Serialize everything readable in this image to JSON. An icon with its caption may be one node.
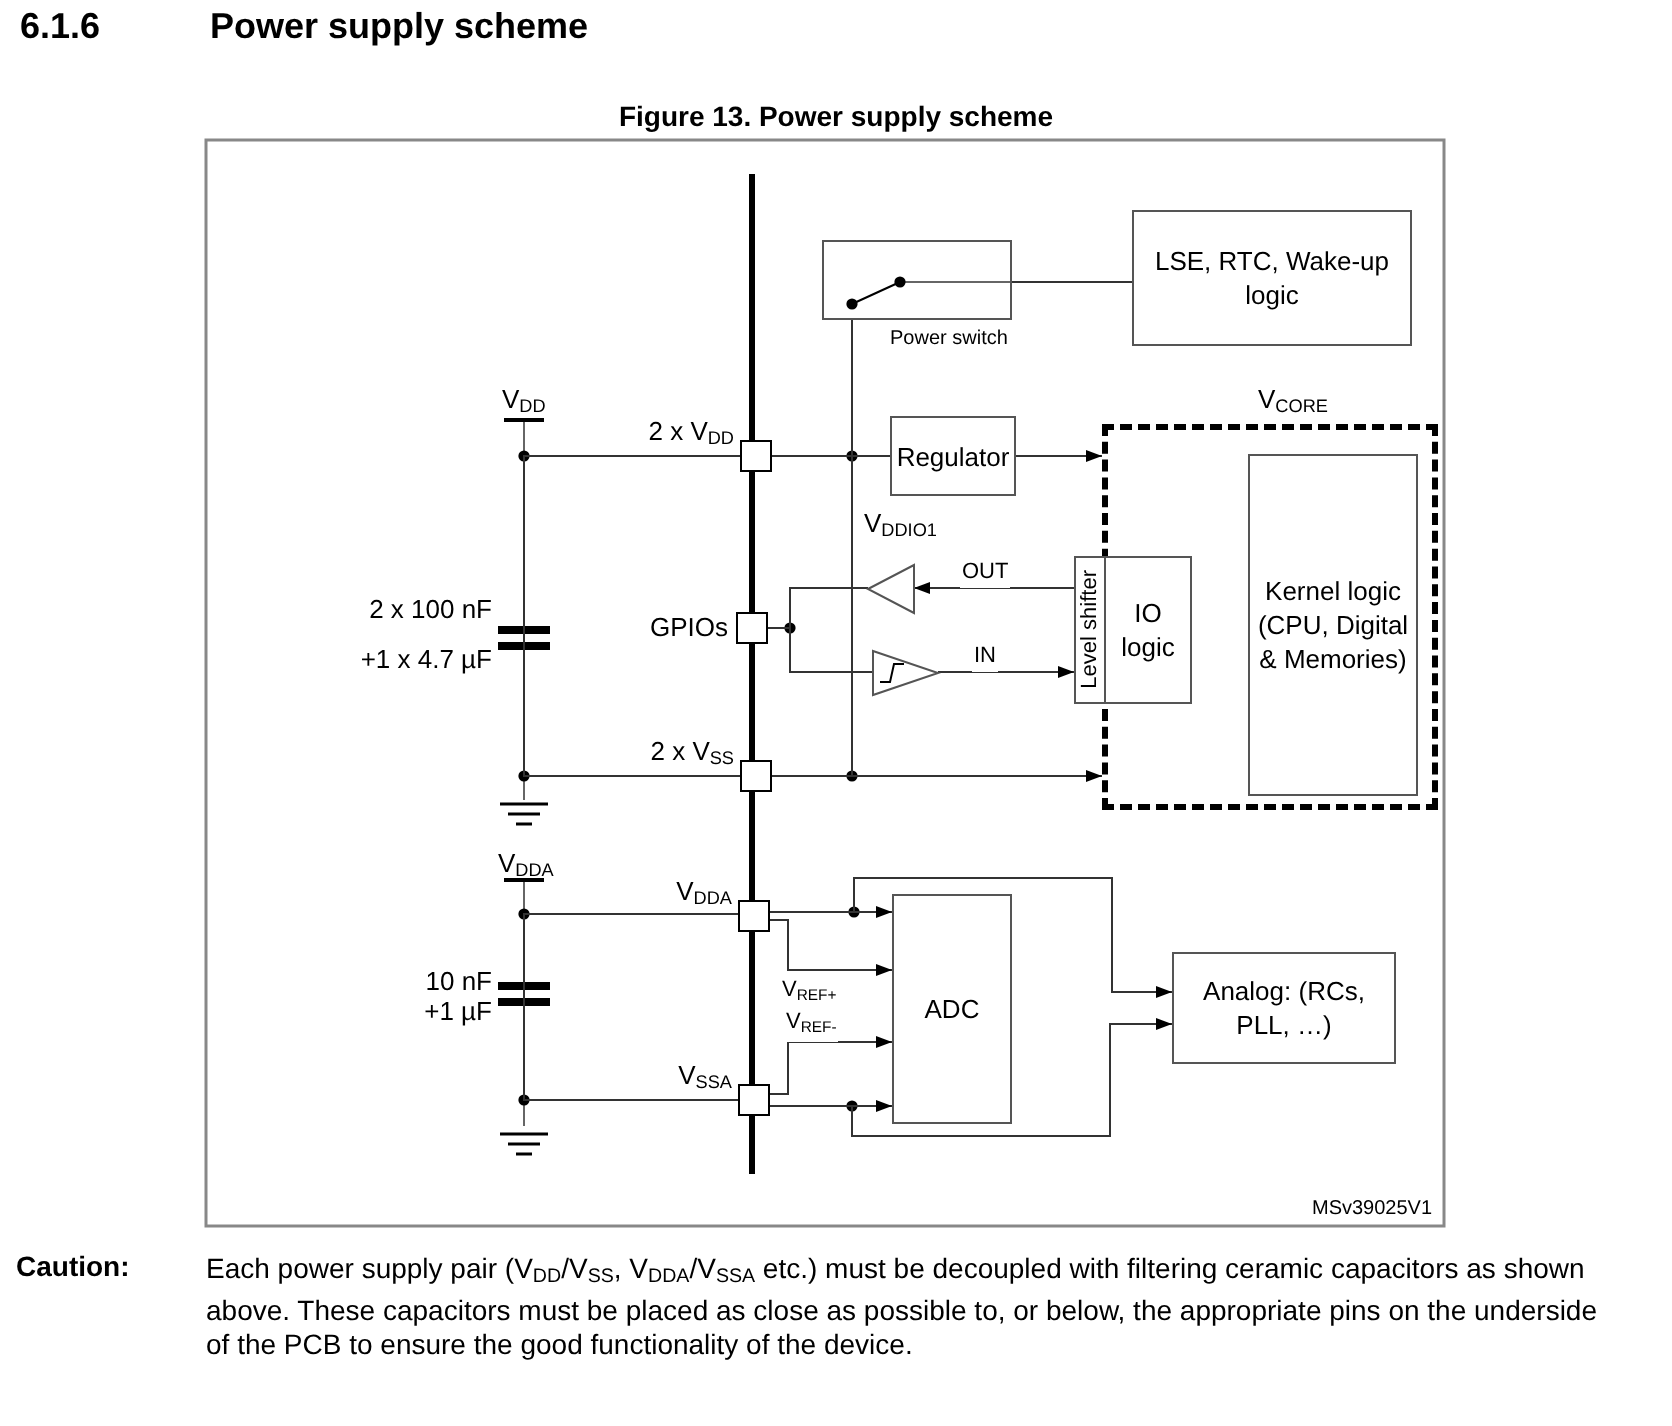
{
  "diagram": {
    "title": "Figure 13. Power supply scheme",
    "nodes": [
      {
        "text": [
          "Power switch"
        ]
      },
      {
        "text": [
          "LSE, RTC, Wake-up logic"
        ]
      },
      {
        "text": [
          "2 x V$_{DD}$"
        ]
      },
      {
        "text": [
          "Regulator"
        ]
      },
      {
        "text": [
          "V$_{CORE}$"
        ]
      },
      {
        "text": [
          "Kernel logic (CPU, Digital & Memories)"
        ],
        "in": 4
      },
      {
        "text": [
          "Level shifter"
        ]
      },
      {
        "text": [
          "IO logic"
        ],
        "in": 4
      },
      {
        "text": [],
        "shape": "triangle"
      },
      {
        "text": [
          "GPIOs"
        ]
      },
      {
        "text": [],
        "shape": "triangle"
      },
      {
        "text": [
          "2 x V$_{SS}$"
        ]
      },
      {
        "text": [
          "V$_{DDA}$"
        ]
      },
      {
        "text": [
          "ADC"
        ]
      },
      {
        "text": [
          "Analog: (RCs, PLL, …)"
        ]
      },
      {
        "text": [
          "V$_{SSA}$"
        ]
      }
    ],
    "edges": [
      {
        "from": 0,
        "to": 1,
        "arrow": "none"
      },
      {
        "from": 2,
        "to": 3,
        "arrow": "none"
      },
      {
        "from": 3,
        "to": 4,
        "arrow": "to"
      },
      {
        "from": 2,
        "to": 0,
        "arrow": "none"
      },
      {
        "from": 11,
        "to": 0,
        "arrow": "none"
      },
      {
        "from": 11,
        "to": 4,
        "arrow": "to"
      },
      {
        "from": 6,
        "to": 8,
        "arrow": "to",
        "label": "OUT"
      },
      {
        "from": 10,
        "to": 6,
        "arrow": "to",
        "label": "IN"
      },
      {
        "from": 9,
        "to": 8,
        "arrow": "none"
      },
      {
        "from": 9,
        "to": 10,
        "arrow": "none"
      },
      {
        "from": 12,
        "to": 13,
        "arrow": "to"
      },
      {
        "from": 12,
        "to": 13,
        "arrow": "to",
        "label": "V$_{REF+}$"
      },
      {
        "from": 15,
        "to": 13,
        "arrow": "to",
        "label": "V$_{REF-}$"
      },
      {
        "from": 15,
        "to": 13,
        "arrow": "to"
      },
      {
        "from": 12,
        "to": 14,
        "arrow": "to"
      },
      {
        "from": 15,
        "to": 14,
        "arrow": "to"
      },
      {
        "from": 2,
        "to": 11,
        "arrow": "none"
      },
      {
        "from": 12,
        "to": 15,
        "arrow": "none"
      }
    ],
    "labels": [
      "6.1.6",
      "Power supply scheme",
      "V$_{DD}$",
      "2 x 100 nF",
      "+1 x 4.7 µF",
      "V$_{DDIO1}$",
      "V$_{DDA}$",
      "10 nF",
      "+1 µF",
      "MSv39025V1",
      "Caution:",
      "Each power supply pair (V$_{DD}$/V$_{SS}$, V$_{DDA}$/V$_{SSA}$ etc.) must be decoupled with filtering ceramic capacitors as shown above. These capacitors must be placed as close as possible to, or below, the appropriate pins on the underside of the PCB to ensure the good functionality of the device."
    ]
  }
}
